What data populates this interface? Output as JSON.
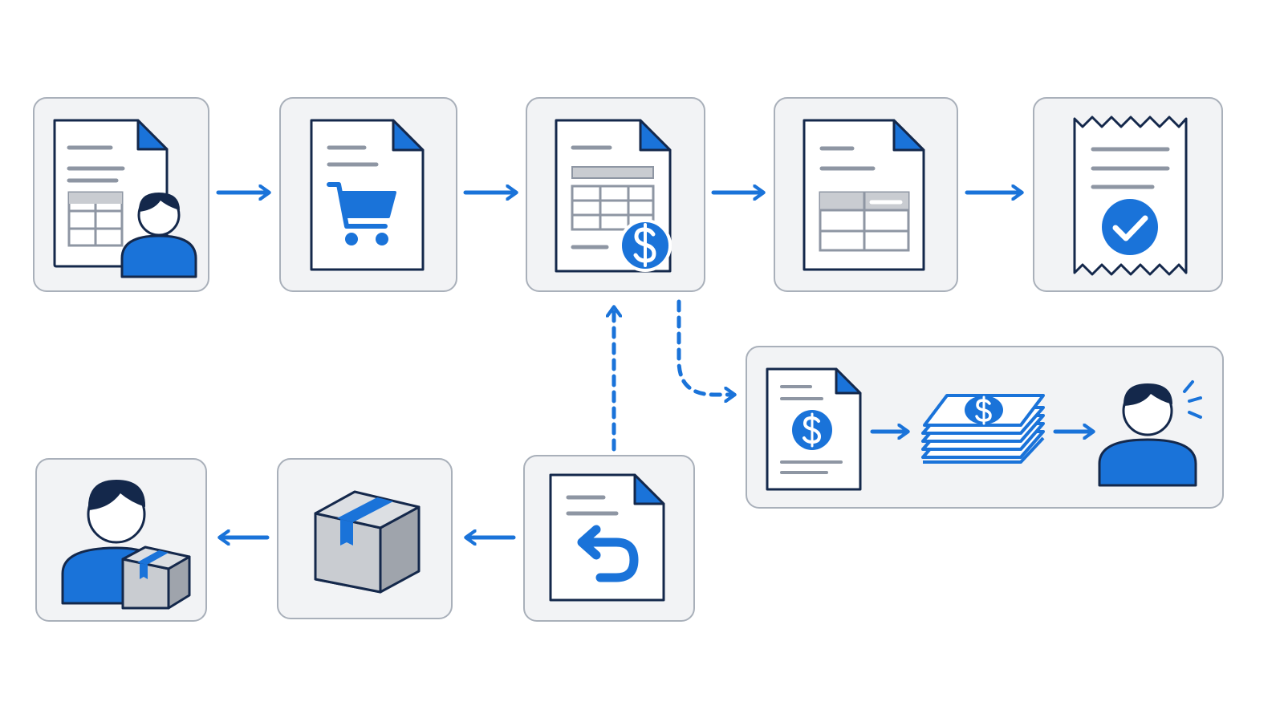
{
  "colors": {
    "accent": "#1A73D9",
    "outline": "#14284B",
    "panel_fill": "#F2F3F5",
    "panel_stroke": "#A9B0BA",
    "line_gray": "#8E96A3",
    "box_fill": "#C9CCD1",
    "box_side": "#9FA4AC",
    "white": "#FFFFFF"
  },
  "diagram": {
    "nodes": [
      {
        "id": "customer-order-form",
        "icon": "customer-order-form-icon"
      },
      {
        "id": "shopping-cart-order",
        "icon": "shopping-cart-document-icon"
      },
      {
        "id": "invoice",
        "icon": "invoice-dollar-document-icon"
      },
      {
        "id": "table-record",
        "icon": "table-document-icon"
      },
      {
        "id": "receipt-confirmed",
        "icon": "receipt-checkmark-icon"
      },
      {
        "id": "refund-process",
        "icon": "refund-process-group"
      },
      {
        "id": "return-document",
        "icon": "return-arrow-document-icon"
      },
      {
        "id": "package",
        "icon": "package-box-icon"
      },
      {
        "id": "customer-with-package",
        "icon": "customer-package-icon"
      }
    ],
    "edges": [
      {
        "from": "customer-order-form",
        "to": "shopping-cart-order",
        "style": "solid"
      },
      {
        "from": "shopping-cart-order",
        "to": "invoice",
        "style": "solid"
      },
      {
        "from": "invoice",
        "to": "table-record",
        "style": "solid"
      },
      {
        "from": "table-record",
        "to": "receipt-confirmed",
        "style": "solid"
      },
      {
        "from": "invoice",
        "to": "refund-process",
        "style": "dashed"
      },
      {
        "from": "return-document",
        "to": "invoice",
        "style": "dashed"
      },
      {
        "from": "return-document",
        "to": "package",
        "style": "solid"
      },
      {
        "from": "package",
        "to": "customer-with-package",
        "style": "solid"
      }
    ],
    "refund_steps": [
      {
        "icon": "dollar-document-icon"
      },
      {
        "icon": "cash-stack-icon"
      },
      {
        "icon": "satisfied-customer-icon"
      }
    ]
  }
}
